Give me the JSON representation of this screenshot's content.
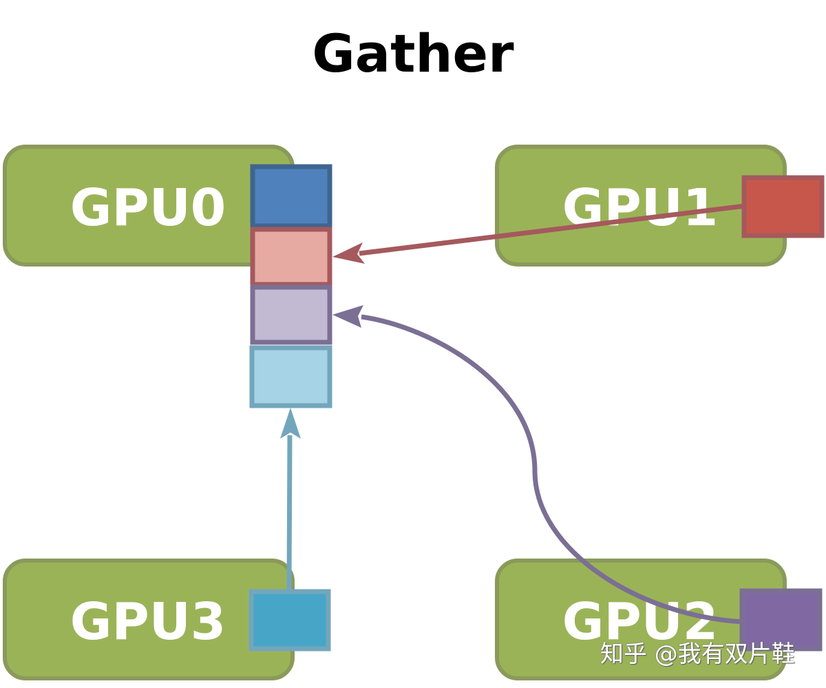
{
  "title": "Gather",
  "gpus": [
    {
      "id": "gpu0",
      "label": "GPU0"
    },
    {
      "id": "gpu1",
      "label": "GPU1"
    },
    {
      "id": "gpu2",
      "label": "GPU2"
    },
    {
      "id": "gpu3",
      "label": "GPU3"
    }
  ],
  "colors": {
    "gpu_fill": "#9bb357",
    "gpu_stroke": "#8a9a5b",
    "block_gpu0_fill": "#4f81bd",
    "block_gpu0_stroke": "#3f6590",
    "block_gpu1_fill": "#e6aaa3",
    "block_gpu1_stroke": "#a5595d",
    "block_gpu2_fill": "#c2b9d3",
    "block_gpu2_stroke": "#7b6f94",
    "block_gpu3_fill": "#a6d3e6",
    "block_gpu3_stroke": "#73a6bc",
    "src_gpu1_fill": "#c8574b",
    "src_gpu2_fill": "#8069a3",
    "src_gpu3_fill": "#47a6c8"
  },
  "watermark": "知乎 @我有双片鞋"
}
